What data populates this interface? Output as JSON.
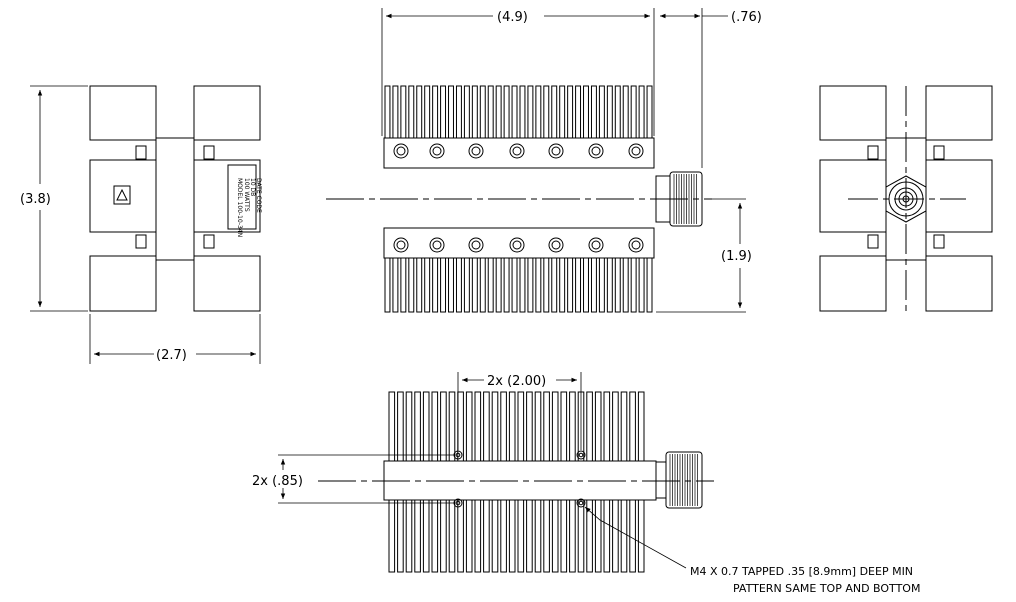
{
  "dimensions": {
    "width_top": "(4.9)",
    "connector_len": "(.76)",
    "height_left": "(3.8)",
    "center_height": "(1.9)",
    "width_left": "(2.7)",
    "hole_spacing": "2x (2.00)",
    "hole_offset": "2x (.85)"
  },
  "callout": {
    "line1": "M4 X 0.7 TAPPED .35 [8.9mm] DEEP MIN",
    "line2": "PATTERN SAME TOP AND BOTTOM"
  },
  "label_plate": {
    "lines": [
      "MODEL 100-10-34N",
      "100 WATTS",
      "10 DB",
      "DATE CODE"
    ]
  }
}
